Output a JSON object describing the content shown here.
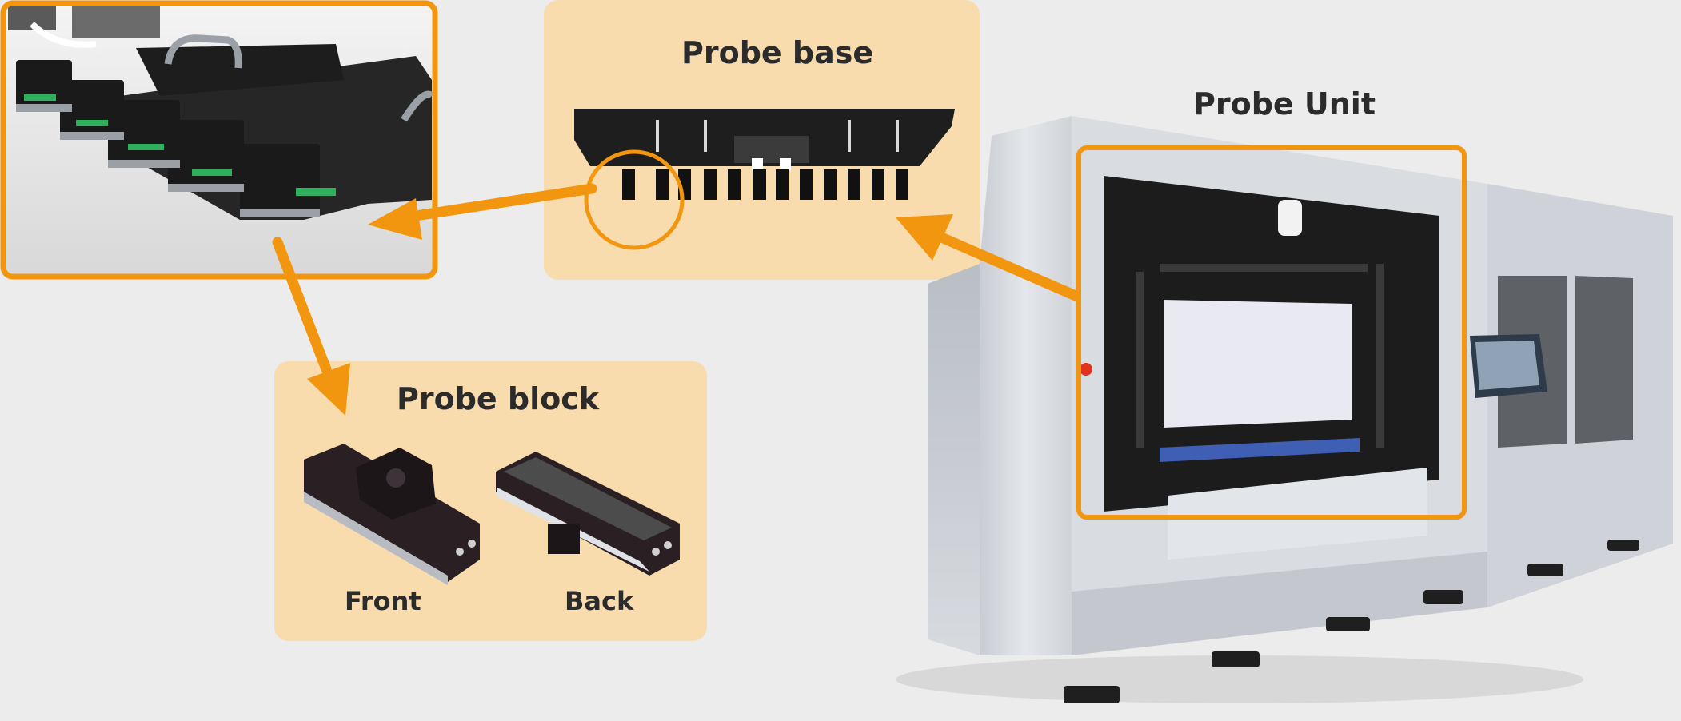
{
  "labels": {
    "probe_base": "Probe base",
    "probe_unit": "Probe Unit",
    "probe_block": "Probe block",
    "front": "Front",
    "back": "Back"
  },
  "colors": {
    "accent": "#f2960f",
    "panel": "#f8dcae",
    "background": "#ececec",
    "text": "#2b2b2b"
  }
}
